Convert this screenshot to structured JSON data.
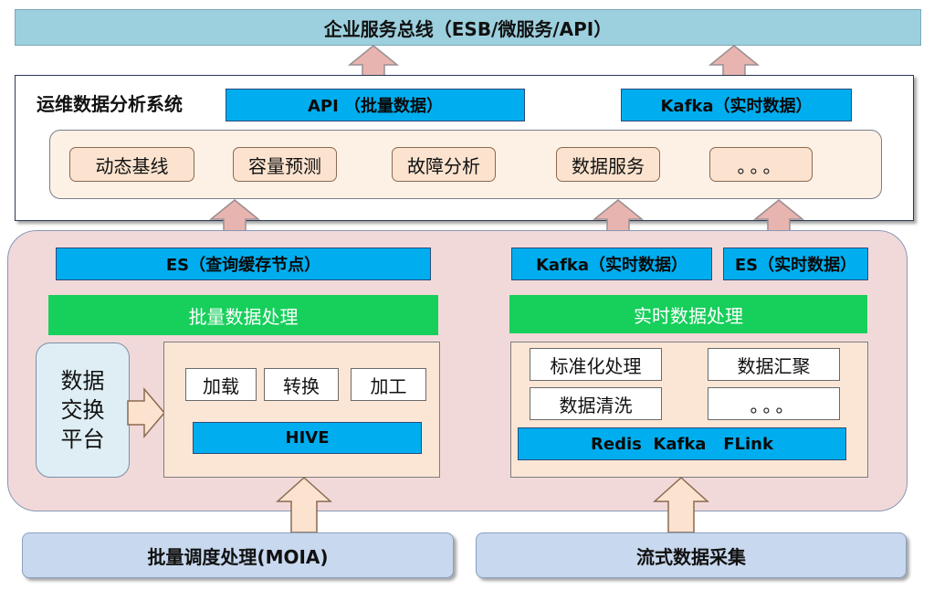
{
  "top_bus": {
    "label": "企业服务总线（ESB/微服务/API）"
  },
  "ops_system": {
    "title": "运维数据分析系统",
    "api_box": "API （批量数据）",
    "kafka_box": "Kafka（实时数据）",
    "modules": [
      "动态基线",
      "容量预测",
      "故障分析",
      "数据服务",
      "。。。"
    ]
  },
  "platform": {
    "es_query": "ES（查询缓存节点）",
    "kafka_realtime": "Kafka（实时数据）",
    "es_realtime": "ES（实时数据）",
    "batch_title": "批量数据处理",
    "realtime_title": "实时数据处理",
    "exchange": "数据\n交换\n平台",
    "batch_ops": [
      "加载",
      "转换",
      "加工"
    ],
    "hive": "HIVE",
    "realtime_ops": [
      "标准化处理",
      "数据汇聚",
      "数据清洗",
      "。。。"
    ],
    "realtime_stack": "Redis  Kafka   FLink"
  },
  "sources": {
    "batch": "批量调度处理(MOIA)",
    "stream": "流式数据采集"
  },
  "colors": {
    "arrow_fill": "#e8b4b0",
    "arrow_stroke": "#9a8e90",
    "peach_fill": "#fbe3cf",
    "blue_fill": "#00aeef",
    "green_fill": "#17cf5b"
  }
}
